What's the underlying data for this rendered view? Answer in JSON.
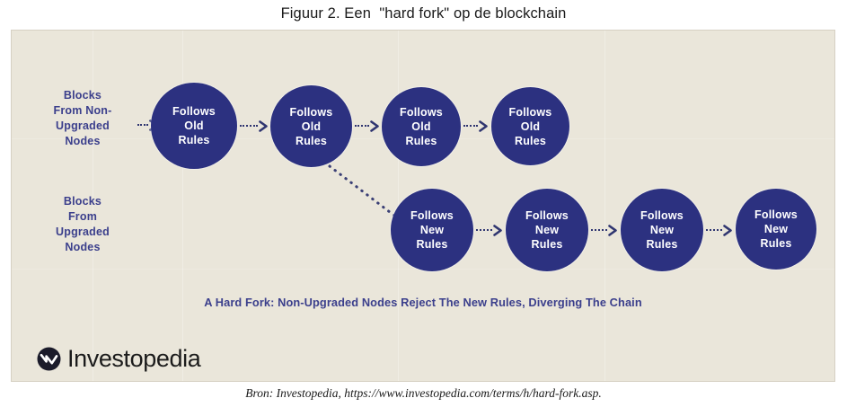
{
  "figure": {
    "title": "Figuur 2. Een  \"hard fork\" op de blockchain",
    "source": "Bron: Investopedia, https://www.investopedia.com/terms/h/hard-fork.asp.",
    "inner_caption": "A Hard Fork: Non-Upgraded Nodes Reject The New Rules, Diverging The Chain",
    "background_color": "#eae6da",
    "node_color": "#2c3180",
    "accent_text_color": "#3b3f8c"
  },
  "labels": {
    "top": {
      "name": "blocks-from-non-upgraded-nodes",
      "lines": [
        "Blocks",
        "From Non-",
        "Upgraded",
        "Nodes"
      ]
    },
    "bottom": {
      "name": "blocks-from-upgraded-nodes",
      "lines": [
        "Blocks",
        "From",
        "Upgraded",
        "Nodes"
      ]
    }
  },
  "chain_old": {
    "label": "Follows Old Rules chain",
    "nodes": [
      {
        "lines": [
          "Follows",
          "Old",
          "Rules"
        ]
      },
      {
        "lines": [
          "Follows",
          "Old",
          "Rules"
        ]
      },
      {
        "lines": [
          "Follows",
          "Old",
          "Rules"
        ]
      },
      {
        "lines": [
          "Follows",
          "Old",
          "Rules"
        ]
      }
    ]
  },
  "chain_new": {
    "label": "Follows New Rules chain",
    "nodes": [
      {
        "lines": [
          "Follows",
          "New",
          "Rules"
        ]
      },
      {
        "lines": [
          "Follows",
          "New",
          "Rules"
        ]
      },
      {
        "lines": [
          "Follows",
          "New",
          "Rules"
        ]
      },
      {
        "lines": [
          "Follows",
          "New",
          "Rules"
        ]
      }
    ]
  },
  "logo": {
    "text": "Investopedia",
    "mark": "investopedia-z-mark-icon"
  }
}
